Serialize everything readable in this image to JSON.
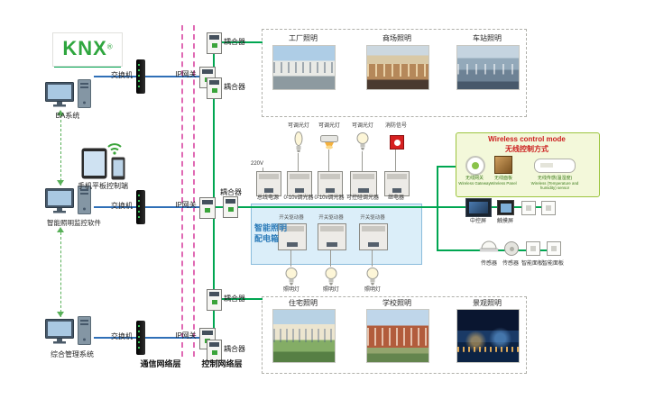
{
  "logo": {
    "text": "KNX",
    "reg": "®"
  },
  "colors": {
    "bus_green": "#00a651",
    "lan_blue": "#2f6fb7",
    "layer_divider_pink": "#e06ab4",
    "distribution_box_blue": "#2a7ab8",
    "wireless_title_red": "#cc2020"
  },
  "terminals": {
    "ba": "BA系统",
    "tablet": "手机平板控制端",
    "monitor": "智能照明监控软件",
    "management": "综合管理系统"
  },
  "labels": {
    "switch": "交换机",
    "ip_gateway": "IP网关",
    "coupler": "耦合器",
    "comm_layer": "通信网络层",
    "ctrl_layer": "控制网络层",
    "dimmable_lamp": "可调光灯",
    "fire_signal": "消防信号",
    "lamp": "照明灯",
    "v220": "220V",
    "central_screen": "中控屏",
    "touch_screen": "触摸屏",
    "sensor": "传感器",
    "smart_panel": "智能面板"
  },
  "scenes": {
    "top": [
      "工厂照明",
      "商场照明",
      "车站照明"
    ],
    "bottom": [
      "住宅照明",
      "学校照明",
      "景观照明"
    ]
  },
  "dist_box": {
    "title1": "智能照明",
    "title2": "配电箱",
    "top_modules": [
      "总线电源",
      "0-10v调光器",
      "0-10v调光器",
      "可控硅调光器",
      "继电器"
    ],
    "bottom_modules": [
      "开关驱动器",
      "开关驱动器",
      "开关驱动器"
    ]
  },
  "wireless": {
    "title_en": "Wireless control mode",
    "title_cn": "无线控制方式",
    "items": [
      {
        "cn": "无线网关",
        "en": "Wireless Gateway"
      },
      {
        "cn": "无线面板",
        "en": "Wireless Panel"
      },
      {
        "cn": "无线传感(温湿度)",
        "en": "Wireless (Temperature and humidity) sensor"
      }
    ]
  }
}
